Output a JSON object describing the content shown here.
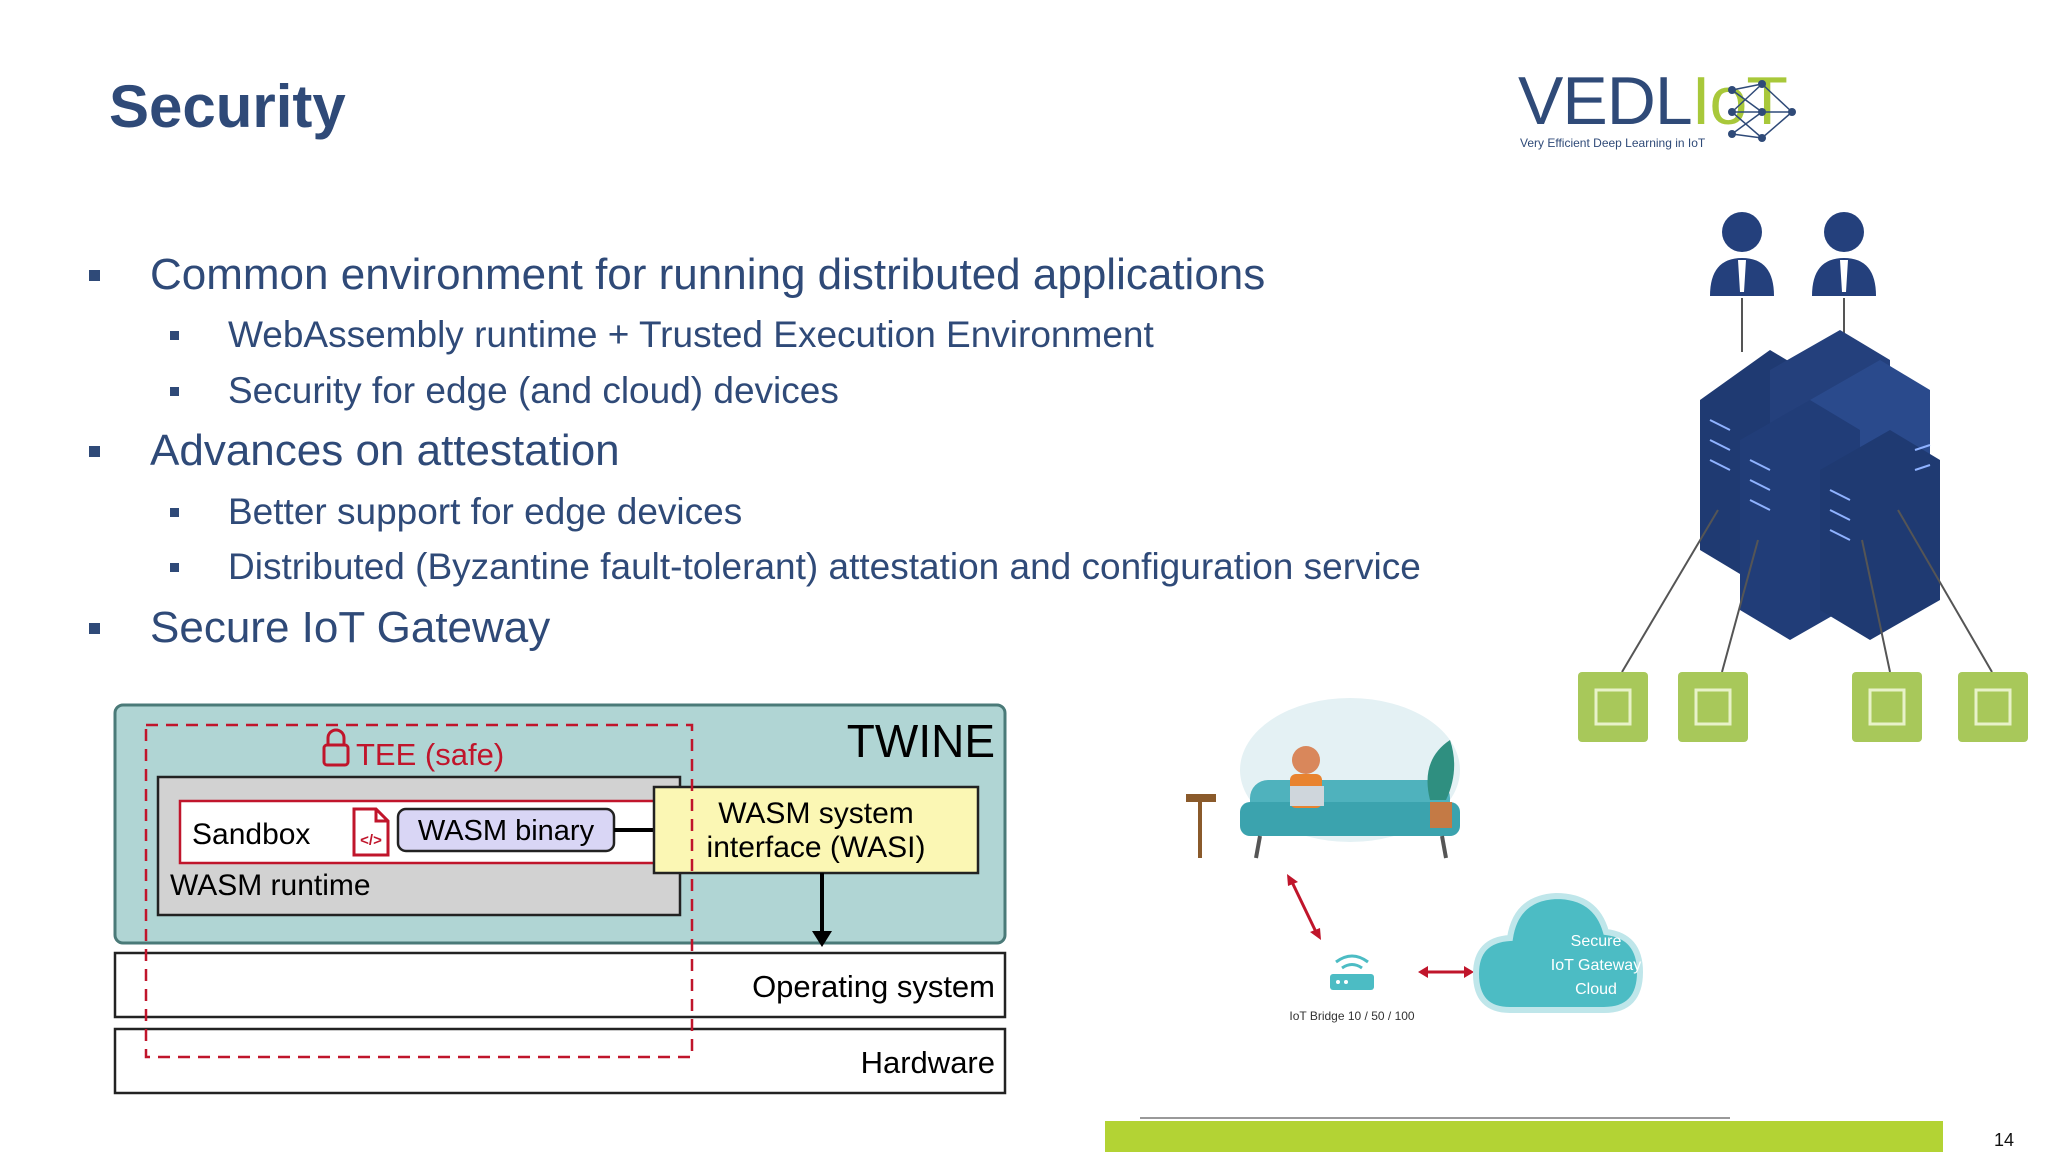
{
  "slide": {
    "title": "Security",
    "page_number": "14"
  },
  "logo": {
    "name_main": "VEDL",
    "name_iot": "IoT",
    "tagline": "Very Efficient Deep Learning in IoT"
  },
  "bullets": [
    {
      "text": "Common environment for running distributed applications",
      "level": 1
    },
    {
      "text": "WebAssembly runtime + Trusted Execution Environment",
      "level": 2
    },
    {
      "text": "Security for edge (and cloud) devices",
      "level": 2
    },
    {
      "text": "Advances on attestation",
      "level": 1
    },
    {
      "text": "Better support for edge devices",
      "level": 2
    },
    {
      "text": "Distributed (Byzantine fault-tolerant) attestation and configuration service",
      "level": 2
    },
    {
      "text": "Secure IoT Gateway",
      "level": 1
    }
  ],
  "twine_diagram": {
    "title": "TWINE",
    "tee_label": "TEE (safe)",
    "sandbox_label": "Sandbox",
    "wasm_binary_label": "WASM binary",
    "wasi_label_line1": "WASM system",
    "wasi_label_line2": "interface (WASI)",
    "runtime_label": "WASM runtime",
    "os_label": "Operating system",
    "hardware_label": "Hardware"
  },
  "gateway_illustration": {
    "bridge_label": "IoT Bridge 10 / 50 / 100",
    "cloud_line1": "Secure",
    "cloud_line2": "IoT Gateway",
    "cloud_line3": "Cloud"
  },
  "colors": {
    "title_blue": "#2f4a78",
    "logo_green": "#a8c83a",
    "twine_teal": "#b0d5d4",
    "tee_red": "#c0152b",
    "wasi_yellow": "#fbf7b4",
    "server_blue": "#24407c",
    "chip_green": "#a8c85a",
    "cloud_teal": "#4cbcc4",
    "footer_green": "#b3d334"
  }
}
